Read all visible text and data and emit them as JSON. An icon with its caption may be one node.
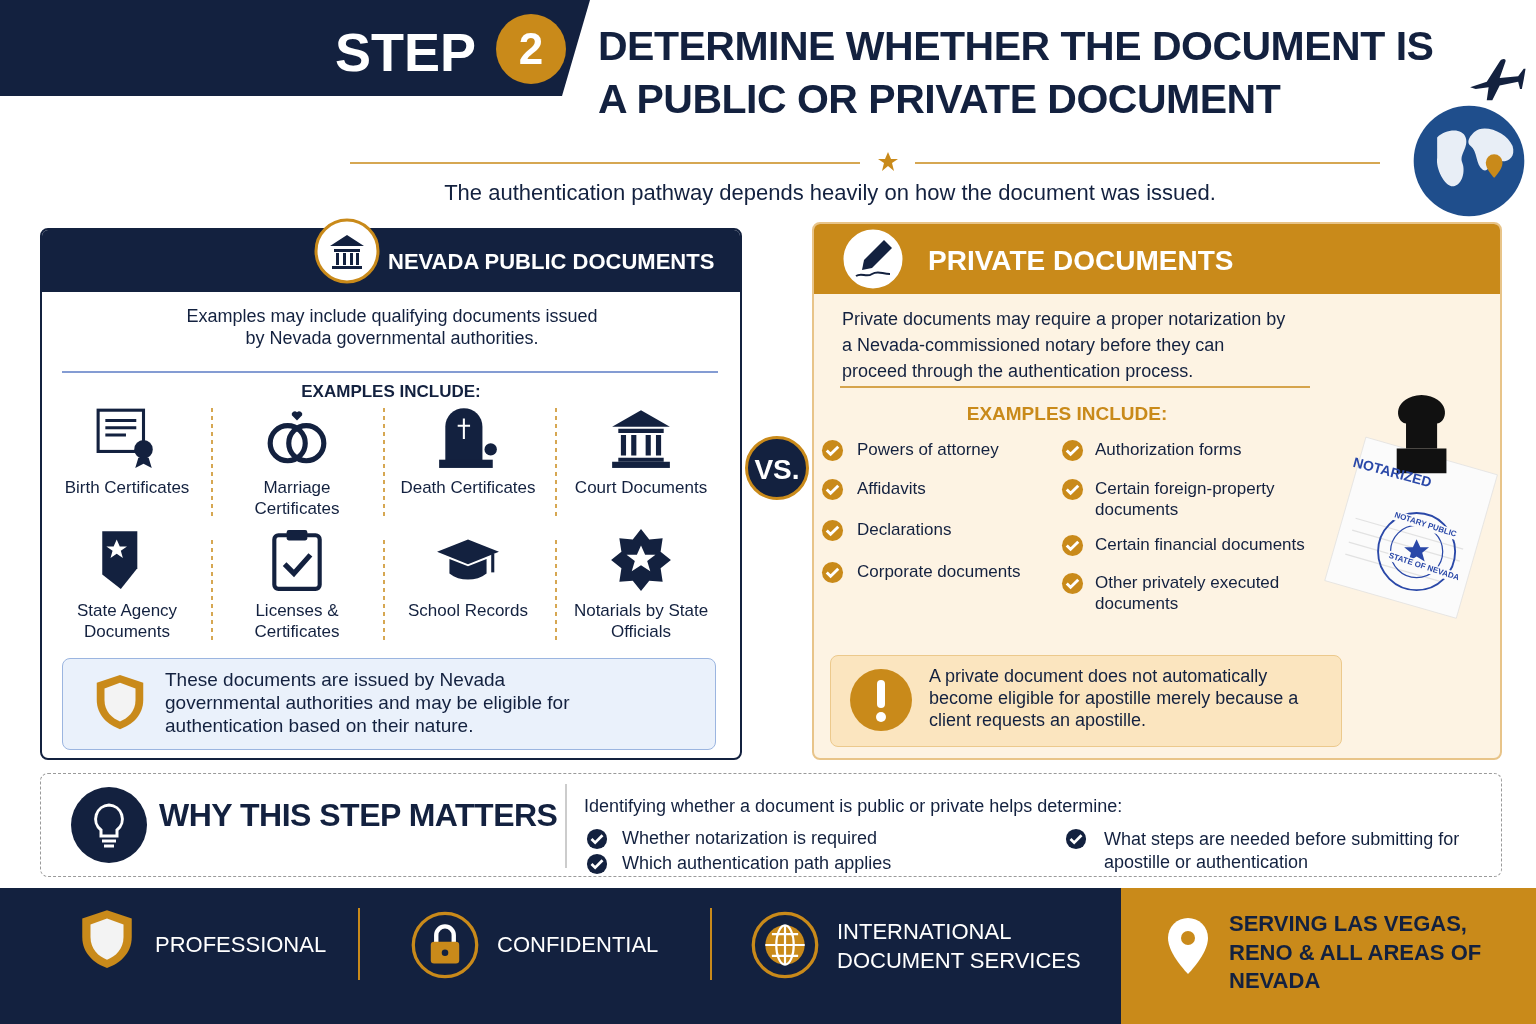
{
  "diagram": {
    "title": "DETERMINE WHETHER THE DOCUMENT IS A PUBLIC OR PRIVATE DOCUMENT",
    "nodes": [
      {
        "text": [
          "NEVADA PUBLIC DOCUMENTS",
          "Examples may include qualifying documents issued by Nevada governmental authorities.",
          "EXAMPLES INCLUDE:"
        ]
      },
      {
        "text": [
          "These documents are issued by Nevada governmental authorities and may be eligible for authentication based on their nature."
        ],
        "in": 0
      },
      {
        "text": [
          "VS."
        ]
      },
      {
        "text": [
          "PRIVATE DOCUMENTS",
          "Private documents may require a proper notarization by a Nevada-commissioned notary before they can proceed through the authentication process.",
          "EXAMPLES INCLUDE:"
        ]
      },
      {
        "text": [
          "A private document does not automatically become eligible for apostille merely because a client requests an apostille."
        ],
        "in": 3
      },
      {
        "text": [
          "WHY THIS STEP MATTERS",
          "Identifying whether a document is public or private helps determine:"
        ]
      },
      {
        "text": [
          "SERVING LAS VEGAS, RENO & ALL AREAS OF NEVADA"
        ]
      }
    ],
    "labels": [
      "STEP",
      "2",
      "The authentication pathway depends heavily on how the document was issued.",
      "Birth Certificates",
      "Marriage Certificates",
      "Death Certificates",
      "Court Documents",
      "State Agency Documents",
      "Licenses & Certificates",
      "School Records",
      "Notarials by State Officials",
      "Powers of attorney",
      "Affidavits",
      "Declarations",
      "Corporate documents",
      "Authorization forms",
      "Certain foreign-property documents",
      "Certain financial documents",
      "Other privately executed documents",
      "NOTARIZED",
      "NOTARY PUBLIC",
      "STATE OF NEVADA",
      "Whether notarization is required",
      "Which authentication path applies",
      "What steps are needed before submitting for apostille or authentication",
      "PROFESSIONAL",
      "CONFIDENTIAL",
      "INTERNATIONAL DOCUMENT SERVICES"
    ]
  }
}
